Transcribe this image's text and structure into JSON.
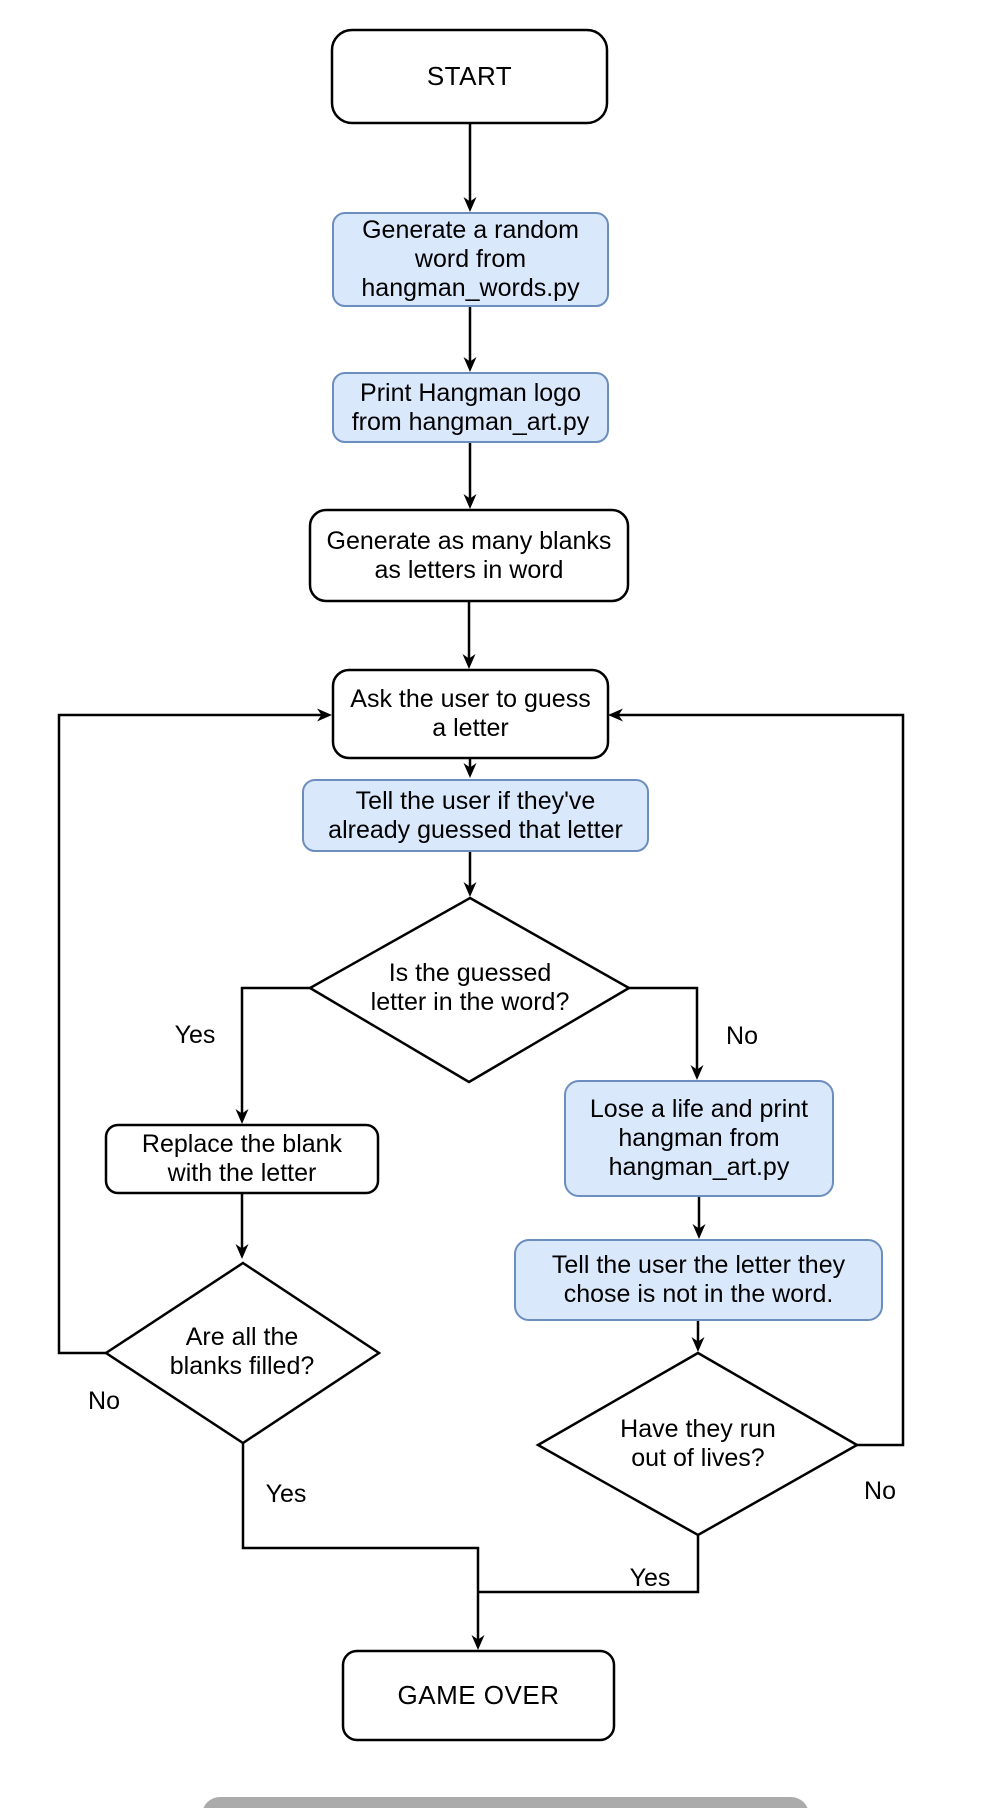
{
  "diagram": {
    "nodes": {
      "start": {
        "label": "START"
      },
      "generate_word": {
        "label": "Generate a random\nword from\nhangman_words.py"
      },
      "print_logo": {
        "label": "Print Hangman logo\nfrom hangman_art.py"
      },
      "generate_blanks": {
        "label": "Generate as many blanks\nas letters in word"
      },
      "ask_user": {
        "label": "Ask the user to guess\na letter"
      },
      "tell_already_guessed": {
        "label": "Tell the user if they've\nalready guessed that letter"
      },
      "is_letter_in_word": {
        "label": "Is the guessed\nletter in the word?"
      },
      "replace_blank": {
        "label": "Replace the blank\nwith the letter"
      },
      "are_blanks_filled": {
        "label": "Are all the\nblanks filled?"
      },
      "lose_life": {
        "label": "Lose a life and print\nhangman from\nhangman_art.py"
      },
      "tell_not_in_word": {
        "label": "Tell the user the letter they\nchose is not in the word."
      },
      "out_of_lives": {
        "label": "Have they run\nout of lives?"
      },
      "game_over": {
        "label": "GAME OVER"
      }
    },
    "edge_labels": {
      "letter_in_word_yes": "Yes",
      "letter_in_word_no": "No",
      "blanks_filled_no": "No",
      "blanks_filled_yes": "Yes",
      "out_of_lives_yes": "Yes",
      "out_of_lives_no": "No"
    },
    "colors": {
      "highlight_fill": "#dae8fc",
      "highlight_stroke": "#6c8ebf",
      "plain_fill": "#ffffff",
      "line": "#000000",
      "bottom_handle": "#ababab",
      "background": "#ffffff"
    }
  }
}
